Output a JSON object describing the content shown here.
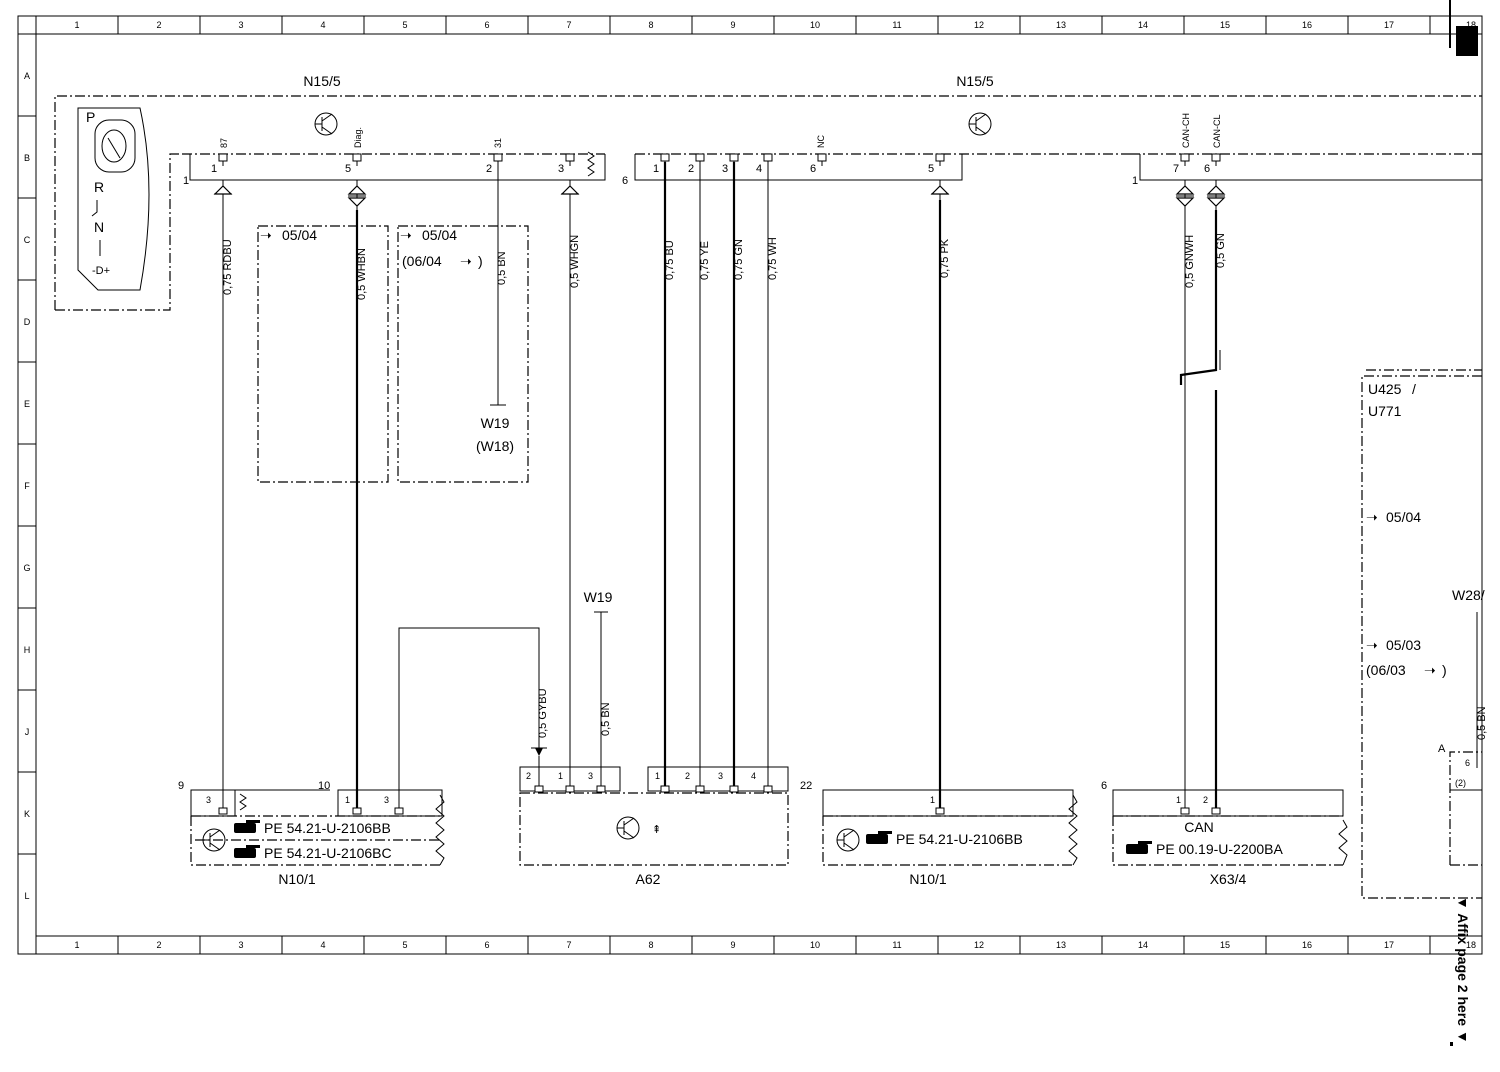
{
  "frame": {
    "col_numbers": [
      "1",
      "2",
      "3",
      "4",
      "5",
      "6",
      "7",
      "8",
      "9",
      "10",
      "11",
      "12",
      "13",
      "14",
      "15",
      "16",
      "17",
      "18"
    ],
    "row_letters": [
      "A",
      "B",
      "C",
      "D",
      "E",
      "F",
      "G",
      "H",
      "J",
      "K",
      "L"
    ]
  },
  "modules": {
    "n15_left": "N15/5",
    "n15_right": "N15/5",
    "n10_left": "N10/1",
    "a62": "A62",
    "n10_right": "N10/1",
    "x63": "X63/4"
  },
  "selector": {
    "p": "P",
    "r": "R",
    "n": "N",
    "d": "-D+"
  },
  "top_pins": {
    "g1_num": "1",
    "g2_num": "6",
    "g3_num": "1",
    "p87": "87",
    "pdiag": "Diag.",
    "p31": "31",
    "pnc": "NC",
    "pcanh": "CAN-CH",
    "pcanl": "CAN-CL",
    "pins": [
      "1",
      "5",
      "2",
      "3",
      "1",
      "2",
      "3",
      "4",
      "6",
      "5",
      "7",
      "6"
    ]
  },
  "wires": [
    "0,75 RDBU",
    "0,5 WHBN",
    "0,5 BN",
    "0,5 WHGN",
    "0,75 BU",
    "0,75 YE",
    "0,75 GN",
    "0,75 WH",
    "0,75 PK",
    "0,5 GNWH",
    "0,5 GN",
    "0,5 GYBU",
    "0,5 BN",
    "0,5 BN"
  ],
  "refs": {
    "r0504a": "05/04",
    "r0504b": "05/04",
    "r0604": "(06/04",
    "r0604_end": ")",
    "w19": "W19",
    "w18": "(W18)",
    "w19b": "W19",
    "u425": "U425",
    "u425_slash": "/",
    "u771": "U771",
    "r0504c": "05/04",
    "r0503": "05/03",
    "r0603": "(06/03",
    "r0603_end": ")",
    "w28": "W28/"
  },
  "bottom": {
    "n9": "9",
    "n10": "10",
    "n22": "22",
    "n6": "6",
    "p_n10a": [
      "3",
      "1",
      "3"
    ],
    "p_a62": [
      "2",
      "1",
      "3",
      "1",
      "2",
      "3",
      "4"
    ],
    "p_n10b": "1",
    "p_x63": [
      "1",
      "2"
    ],
    "pe1": "PE 54.21-U-2106BB",
    "pe2": "PE 54.21-U-2106BC",
    "pe3": "PE 54.21-U-2106BB",
    "can": "CAN",
    "pe4": "PE 00.19-U-2200BA",
    "a_lbl": "A",
    "p6": "6",
    "p2": "(2)"
  },
  "side_note": "▼ Affix page 2 here ▼"
}
